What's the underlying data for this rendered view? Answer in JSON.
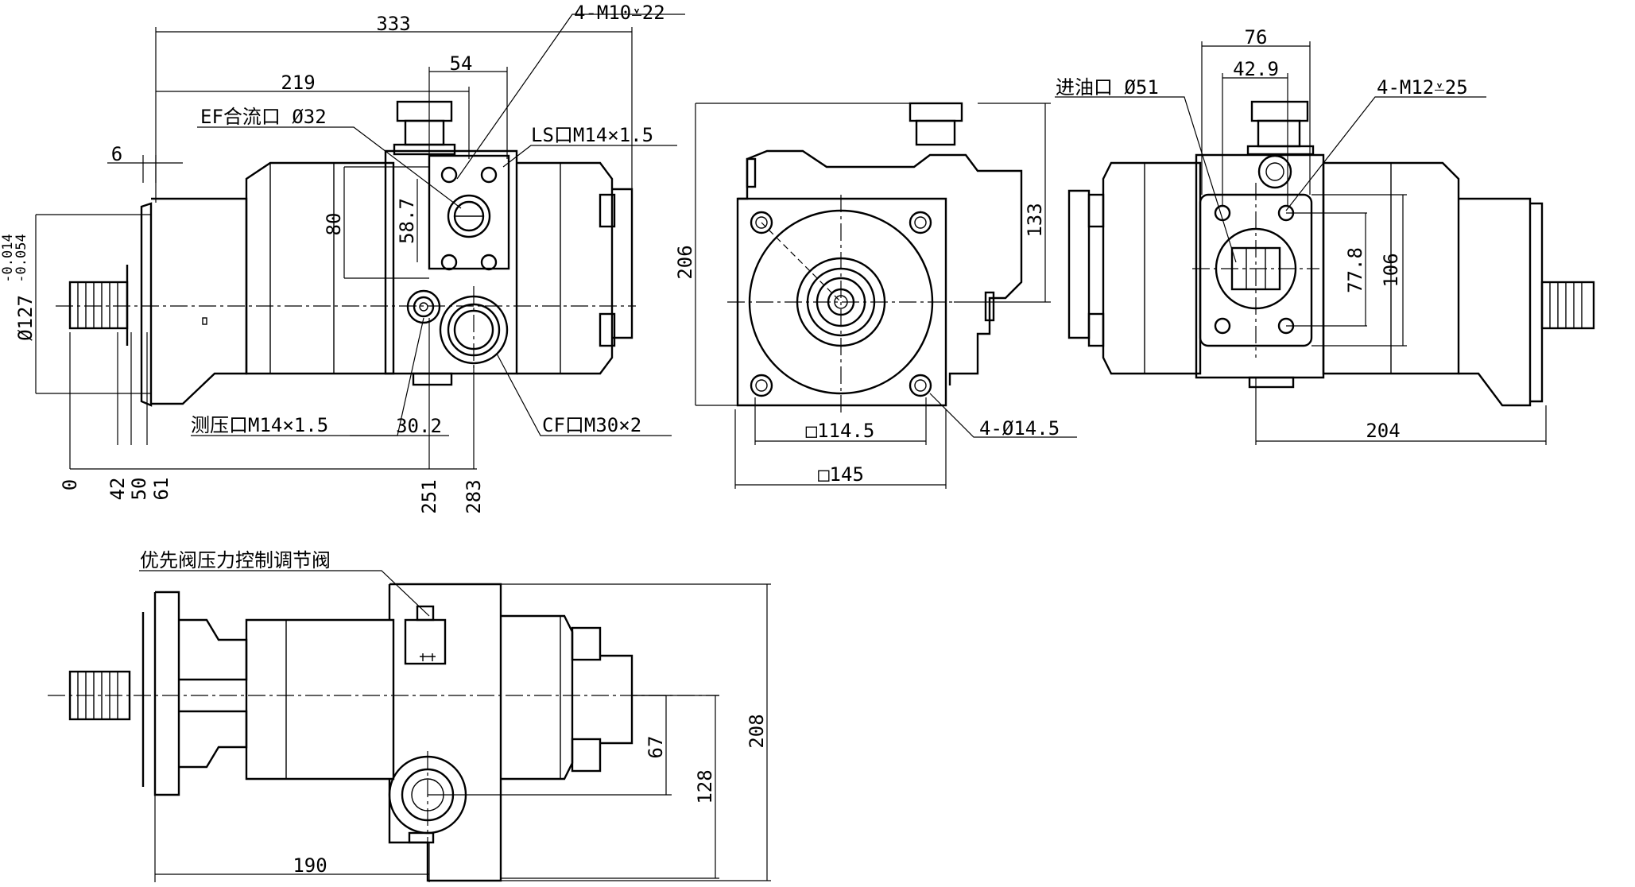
{
  "dims": {
    "d333": "333",
    "d219": "219",
    "d54": "54",
    "d6": "6",
    "d80": "80",
    "d58_7": "58.7",
    "d30_2": "30.2",
    "d_phi127": "Ø127",
    "tol_upper": "-0.014",
    "tol_lower": "-0.054",
    "ord0": "0",
    "ord42": "42",
    "ord50": "50",
    "ord61": "61",
    "ord251": "251",
    "ord283": "283",
    "d206": "206",
    "d133": "133",
    "sq114_5": "□114.5",
    "sq145": "□145",
    "d76": "76",
    "d42_9": "42.9",
    "d77_8": "77.8",
    "d106": "106",
    "d204": "204",
    "d190": "190",
    "d67": "67",
    "d128": "128",
    "d208": "208"
  },
  "callouts": {
    "m10": "4-M10⩡22",
    "ef": "EF合流口 Ø32",
    "ls": "LS口M14×1.5",
    "test": "测压口M14×1.5",
    "cf": "CF口M30×2",
    "holes": "4-Ø14.5",
    "inlet": "进油口 Ø51",
    "m12": "4-M12⩡25",
    "valve": "优先阀压力控制调节阀"
  },
  "colors": {
    "line": "#000000",
    "background": "#ffffff"
  }
}
